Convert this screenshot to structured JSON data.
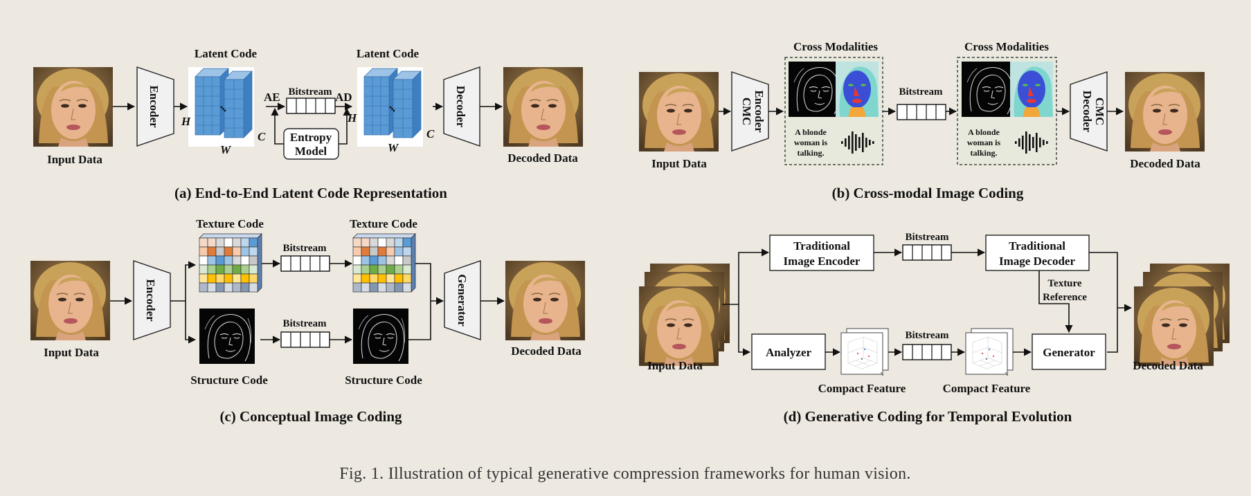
{
  "labels": {
    "input_data": "Input Data",
    "decoded_data": "Decoded Data",
    "encoder": "Encoder",
    "decoder": "Decoder",
    "generator": "Generator",
    "latent_code": "Latent Code",
    "bitstream": "Bitstream",
    "ae": "AE",
    "ad": "AD",
    "entropy_model_line1": "Entropy",
    "entropy_model_line2": "Model",
    "axis_h": "H",
    "axis_w": "W",
    "axis_c": "C",
    "cross_modalities": "Cross Modalities",
    "cmc": "CMC",
    "text_line1": "A blonde",
    "text_line2": "woman is",
    "text_line3": "talking.",
    "texture_code": "Texture Code",
    "structure_code": "Structure Code",
    "trad_enc_line1": "Traditional",
    "trad_enc_line2": "Image Encoder",
    "trad_dec_line1": "Traditional",
    "trad_dec_line2": "Image Decoder",
    "texture_ref_line1": "Texture",
    "texture_ref_line2": "Reference",
    "analyzer": "Analyzer",
    "compact_feature": "Compact Feature"
  },
  "captions": {
    "a": "(a) End-to-End Latent Code Representation",
    "b": "(b) Cross-modal Image Coding",
    "c": "(c) Conceptual Image Coding",
    "d": "(d) Generative Coding for Temporal Evolution",
    "figure": "Fig. 1.  Illustration of typical generative compression frameworks for human vision."
  },
  "colors": {
    "background": "#ede9e1",
    "latent_blue": "#5b9bd5",
    "dashed_panel": "#e6e9dc",
    "hair": "#c9a25a",
    "skin": "#e8b48e",
    "face_seg_blue": "#3a4fd6",
    "face_seg_teal": "#7fd6cf",
    "nose_red": "#e53935"
  },
  "texture_grid_colors": [
    [
      "#f4d9c6",
      "#f4d9c6",
      "#d9d9d9",
      "#ffffff",
      "#d9d9d9",
      "#bdd7ee",
      "#5b9bd5"
    ],
    [
      "#f8cbad",
      "#e07b39",
      "#c9c9c9",
      "#e07b39",
      "#f8cbad",
      "#9dc3e6",
      "#bdd7ee"
    ],
    [
      "#ffffff",
      "#9dc3e6",
      "#5b9bd5",
      "#9dc3e6",
      "#d9d9d9",
      "#ffffff",
      "#c9c9c9"
    ],
    [
      "#d9ead3",
      "#a9d08e",
      "#70ad47",
      "#a9d08e",
      "#70ad47",
      "#a9d08e",
      "#d9ead3"
    ],
    [
      "#ffe699",
      "#ffc000",
      "#ffd966",
      "#ffc000",
      "#ffe699",
      "#ffc000",
      "#ffd966"
    ],
    [
      "#adb9ca",
      "#d6dce4",
      "#8497b0",
      "#d6dce4",
      "#adb9ca",
      "#8497b0",
      "#d6dce4"
    ]
  ]
}
